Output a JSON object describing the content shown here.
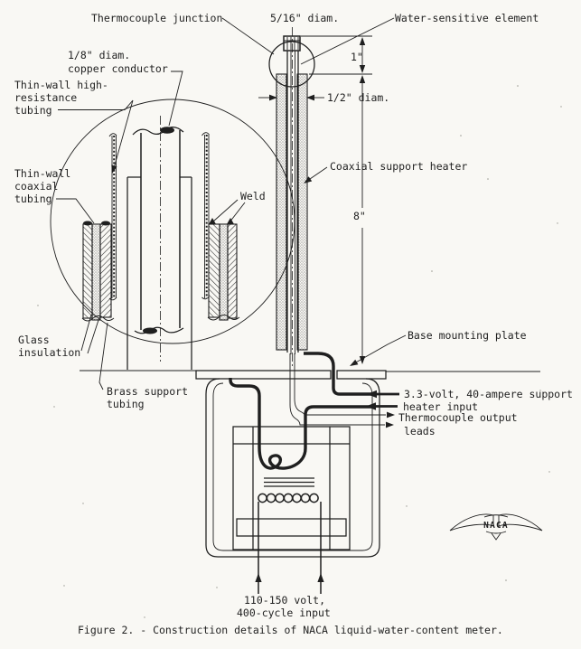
{
  "colors": {
    "ink": "#1f1f1f",
    "paper": "#f9f8f4"
  },
  "labels": {
    "thermocouple_junction": "Thermocouple junction",
    "tip_diam": "5/16\" diam.",
    "water_sensitive": "Water-sensitive element",
    "copper_1": "1/8\" diam.",
    "copper_2": "copper conductor",
    "hires_1": "Thin-wall high-",
    "hires_2": "resistance",
    "hires_3": "tubing",
    "coax_1": "Thin-wall",
    "coax_2": "coaxial",
    "coax_3": "tubing",
    "weld": "Weld",
    "glass_1": "Glass",
    "glass_2": "insulation",
    "brass_1": "Brass support",
    "brass_2": "tubing",
    "heater": "Coaxial support heater",
    "dim_8": "8\"",
    "dim_1": "1\"",
    "dim_half": "1/2\" diam.",
    "base_plate": "Base mounting plate",
    "heater_in_1": "3.3-volt, 40-ampere support",
    "heater_in_2": "heater input",
    "tc_out_1": "Thermocouple output",
    "tc_out_2": "leads",
    "power_1": "110-150 volt,",
    "power_2": "400-cycle input"
  },
  "logo": {
    "text": "NACA"
  },
  "caption": "Figure 2. - Construction details of NACA liquid-water-content meter."
}
